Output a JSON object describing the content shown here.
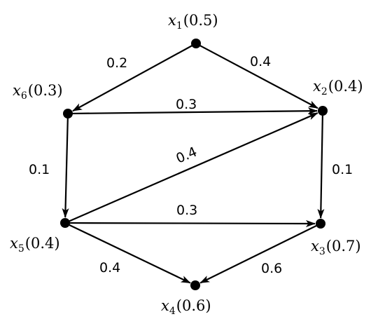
{
  "nodes": [
    {
      "id": "x1",
      "name": "x",
      "index": "1",
      "weight": "(0.5)"
    },
    {
      "id": "x2",
      "name": "x",
      "index": "2",
      "weight": "(0.4)"
    },
    {
      "id": "x3",
      "name": "x",
      "index": "3",
      "weight": "(0.7)"
    },
    {
      "id": "x4",
      "name": "x",
      "index": "4",
      "weight": "(0.6)"
    },
    {
      "id": "x5",
      "name": "x",
      "index": "5",
      "weight": "(0.4)"
    },
    {
      "id": "x6",
      "name": "x",
      "index": "6",
      "weight": "(0.3)"
    }
  ],
  "edges": [
    {
      "from": "x1",
      "to": "x6",
      "label": "0.2"
    },
    {
      "from": "x1",
      "to": "x2",
      "label": "0.4"
    },
    {
      "from": "x6",
      "to": "x2",
      "label": "0.3"
    },
    {
      "from": "x6",
      "to": "x5",
      "label": "0.1"
    },
    {
      "from": "x5",
      "to": "x2",
      "label": "0.4"
    },
    {
      "from": "x2",
      "to": "x3",
      "label": "0.1"
    },
    {
      "from": "x5",
      "to": "x3",
      "label": "0.3"
    },
    {
      "from": "x5",
      "to": "x4",
      "label": "0.4"
    },
    {
      "from": "x3",
      "to": "x4",
      "label": "0.6"
    }
  ]
}
